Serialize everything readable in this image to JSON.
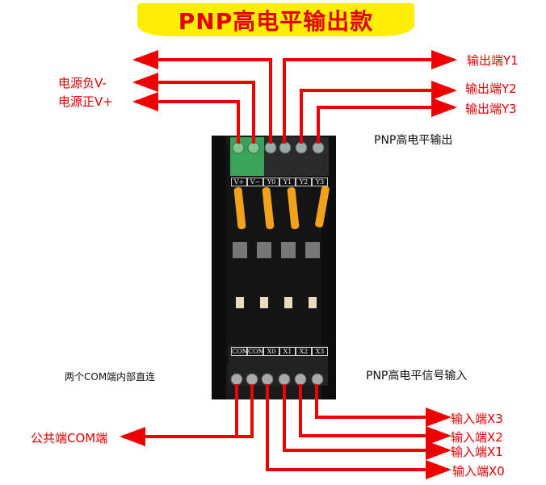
{
  "title": "PNP高电平输出款",
  "left_labels": {
    "v_minus": "电源负V-",
    "v_plus": "电源正V+",
    "com": "公共端COM端"
  },
  "right_outputs": [
    "输出端Y1",
    "输出端Y2",
    "输出端Y3"
  ],
  "right_inputs": [
    "输入端X3",
    "输入端X2",
    "输入端X1",
    "输入端X0"
  ],
  "notes": {
    "output_section": "PNP高电平输出",
    "input_section": "PNP高电平信号输入",
    "com_note": "两个COM端内部直连"
  },
  "board": {
    "top_terminals": [
      "V+",
      "V−",
      "Y0",
      "Y1",
      "Y2",
      "Y3"
    ],
    "bottom_terminals": [
      "COM",
      "COM",
      "X0",
      "X1",
      "X2",
      "X3"
    ]
  },
  "colors": {
    "arrow": "#ee0000",
    "banner": "#ffee00",
    "title": "#e00000"
  }
}
